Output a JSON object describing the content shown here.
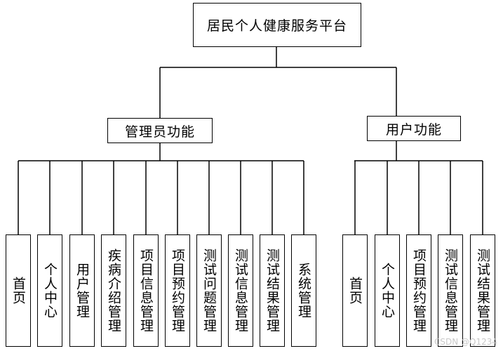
{
  "root": {
    "label": "居民个人健康服务平台"
  },
  "groups": [
    {
      "label": "管理员功能",
      "items": [
        "首页",
        "个人中心",
        "用户管理",
        "疾病介绍管理",
        "项目信息管理",
        "项目预约管理",
        "测试问题管理",
        "测试信息管理",
        "测试结果管理",
        "系统管理"
      ]
    },
    {
      "label": "用户功能",
      "items": [
        "首页",
        "个人中心",
        "项目预约管理",
        "测试信息管理",
        "测试结果管理"
      ]
    }
  ],
  "watermark": "CSDN @Q1234"
}
